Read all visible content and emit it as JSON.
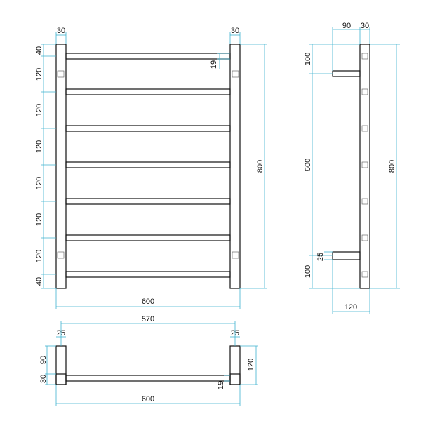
{
  "front_view": {
    "top_widths": [
      "30",
      "30"
    ],
    "left_heights": [
      "40",
      "120",
      "120",
      "120",
      "120",
      "120",
      "120",
      "40"
    ],
    "bar_thickness": "19",
    "total_height": "800",
    "total_width": "600"
  },
  "side_view": {
    "top_offsets": [
      "90",
      "30"
    ],
    "upper_drop": "100",
    "middle_span": "600",
    "lower_bar": "25",
    "lower_rise": "100",
    "total_height": "800",
    "depth": "120"
  },
  "plan_view": {
    "inner_width": "570",
    "end_widths": [
      "25",
      "25"
    ],
    "left_depths": [
      "90",
      "30"
    ],
    "right_depth": "120",
    "bar_thickness": "19",
    "total_width": "600"
  },
  "colors": {
    "dimension_line": "#3fb3cf",
    "outline": "#111111"
  }
}
